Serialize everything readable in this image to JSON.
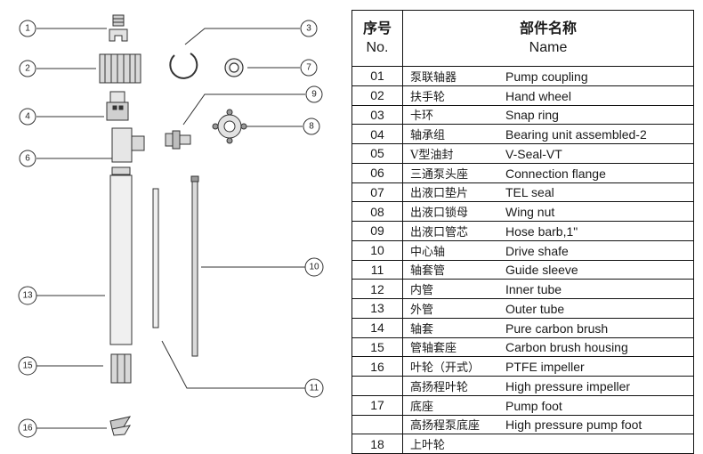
{
  "table": {
    "header": {
      "no_zh": "序号",
      "no_en": "No.",
      "name_zh": "部件名称",
      "name_en": "Name"
    },
    "rows": [
      {
        "no": "01",
        "zh": "泵联轴器",
        "en": "Pump coupling"
      },
      {
        "no": "02",
        "zh": "扶手轮",
        "en": "Hand wheel"
      },
      {
        "no": "03",
        "zh": "卡环",
        "en": "Snap ring"
      },
      {
        "no": "04",
        "zh": "轴承组",
        "en": "Bearing unit assembled-2"
      },
      {
        "no": "05",
        "zh": "V型油封",
        "en": "V-Seal-VT"
      },
      {
        "no": "06",
        "zh": "三通泵头座",
        "en": "Connection flange"
      },
      {
        "no": "07",
        "zh": "出液口垫片",
        "en": "TEL seal"
      },
      {
        "no": "08",
        "zh": "出液口锁母",
        "en": "Wing nut"
      },
      {
        "no": "09",
        "zh": "出液口管芯",
        "en": "Hose barb,1\""
      },
      {
        "no": "10",
        "zh": "中心轴",
        "en": "Drive shafe"
      },
      {
        "no": "11",
        "zh": "轴套管",
        "en": "Guide sleeve"
      },
      {
        "no": "12",
        "zh": "内管",
        "en": "Inner tube"
      },
      {
        "no": "13",
        "zh": "外管",
        "en": "Outer tube"
      },
      {
        "no": "14",
        "zh": "轴套",
        "en": "Pure carbon brush"
      },
      {
        "no": "15",
        "zh": "管轴套座",
        "en": "Carbon brush housing"
      },
      {
        "no": "16",
        "zh": "叶轮（开式）",
        "en": "PTFE impeller"
      },
      {
        "no": "",
        "zh": "高扬程叶轮",
        "en": "High pressure impeller"
      },
      {
        "no": "17",
        "zh": "底座",
        "en": "Pump foot"
      },
      {
        "no": "",
        "zh": "高扬程泵底座",
        "en": "High pressure pump foot"
      },
      {
        "no": "18",
        "zh": "上叶轮",
        "en": ""
      }
    ]
  },
  "diagram": {
    "callouts": [
      "1",
      "2",
      "3",
      "4",
      "6",
      "7",
      "9",
      "8",
      "10",
      "13",
      "15",
      "11",
      "16"
    ]
  }
}
